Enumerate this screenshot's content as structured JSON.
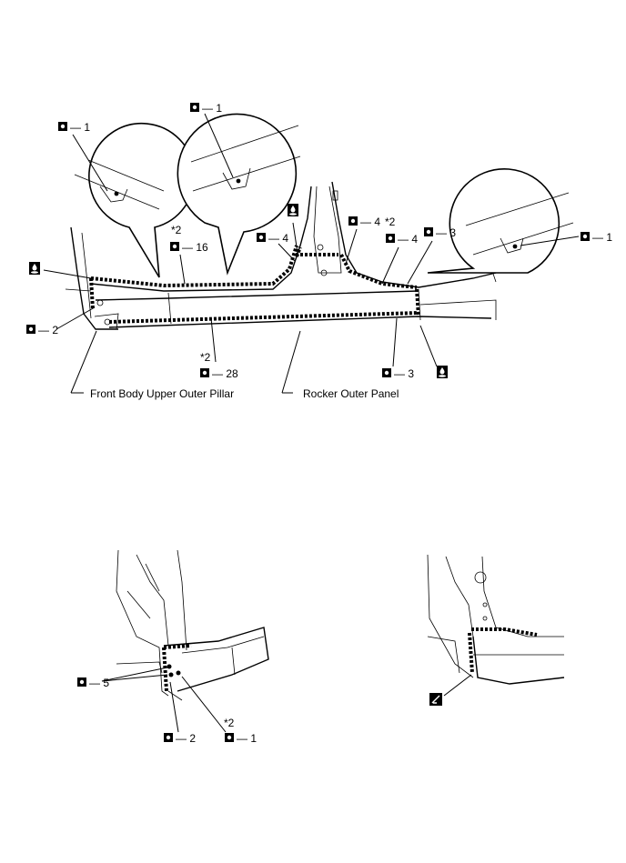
{
  "labels": {
    "top_left_bubble": "— 1",
    "top_center_bubble": "— 1",
    "right_bubble": "— 1",
    "asterisk_16": "*2",
    "count_16": "— 16",
    "count_4_left": "— 4",
    "count_4_mid": "— 4",
    "asterisk_4": "*2",
    "count_4_right": "— 4",
    "count_3_top": "— 3",
    "count_2_left": "— 2",
    "asterisk_28": "*2",
    "count_28": "— 28",
    "count_3_bottom": "— 3",
    "front_pillar": "Front Body Upper Outer Pillar",
    "rocker_panel": "Rocker Outer Panel",
    "count_5": "— 5",
    "count_2_bottom": "— 2",
    "asterisk_1_bottom": "*2",
    "count_1_bottom": "— 1"
  },
  "icons": {
    "spot_weld": "spot-weld-symbol",
    "sealer": "sealer-application-symbol",
    "brazing": "brazing-symbol"
  },
  "colors": {
    "line": "#000000",
    "background": "#ffffff"
  }
}
